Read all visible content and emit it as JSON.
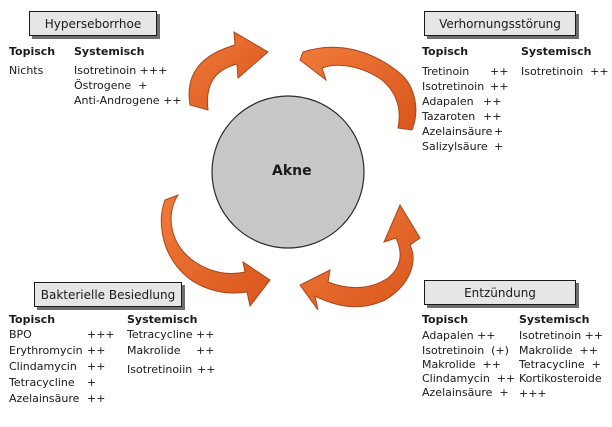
{
  "center": {
    "label": "Akne"
  },
  "colors": {
    "arrow": "#e9662a",
    "arrow_stroke": "#a8461b",
    "circle": "#c8c8c8",
    "box": "#e6e6e6"
  },
  "hyperseborrhoe": {
    "title": "Hyperseborrhoe",
    "topisch_header": "Topisch",
    "systemisch_header": "Systemisch",
    "topisch": [
      {
        "name": "Nichts",
        "rating": ""
      }
    ],
    "systemisch": [
      {
        "name": "Isotretinoin",
        "rating": "+++"
      },
      {
        "name": "Östrogene",
        "rating": "+"
      },
      {
        "name": "Anti-Androgene",
        "rating": "++"
      }
    ]
  },
  "verhornung": {
    "title": "Verhornungsstörung",
    "topisch_header": "Topisch",
    "systemisch_header": "Systemisch",
    "topisch": [
      {
        "name": "Tretinoin",
        "rating": "++"
      },
      {
        "name": "Isotretinoin",
        "rating": "++"
      },
      {
        "name": "Adapalen",
        "rating": "++"
      },
      {
        "name": "Tazaroten",
        "rating": "++"
      },
      {
        "name": "Azelainsäure",
        "rating": "+"
      },
      {
        "name": "Salizylsäure",
        "rating": "+"
      }
    ],
    "systemisch": [
      {
        "name": "Isotretinoin",
        "rating": "++"
      }
    ]
  },
  "bakterielle": {
    "title": "Bakterielle Besiedlung",
    "topisch_header": "Topisch",
    "systemisch_header": "Systemisch",
    "topisch": [
      {
        "name": "BPO",
        "rating": "+++"
      },
      {
        "name": "Erythromycin",
        "rating": "++"
      },
      {
        "name": "Clindamycin",
        "rating": "++"
      },
      {
        "name": "Tetracycline",
        "rating": "+"
      },
      {
        "name": "Azelainsäure",
        "rating": "++"
      }
    ],
    "systemisch": [
      {
        "name": "Tetracycline",
        "rating": "++"
      },
      {
        "name": "Makrolide",
        "rating": "++"
      },
      {
        "name": "Isotretinoiin",
        "rating": "++"
      }
    ]
  },
  "entzuendung": {
    "title": "Entzündung",
    "topisch_header": "Topisch",
    "systemisch_header": "Systemisch",
    "topisch": [
      {
        "name": "Adapalen",
        "rating": "++"
      },
      {
        "name": "Isotretinoin",
        "rating": "(+)"
      },
      {
        "name": "Makrolide",
        "rating": "++"
      },
      {
        "name": "Clindamycin",
        "rating": "++"
      },
      {
        "name": "Azelainsäure",
        "rating": "+"
      }
    ],
    "systemisch": [
      {
        "name": "Isotretinoin",
        "rating": "++"
      },
      {
        "name": "Makrolide",
        "rating": "++"
      },
      {
        "name": "Tetracycline",
        "rating": "+"
      },
      {
        "name": "Kortikosteroide",
        "rating": ""
      },
      {
        "name": "",
        "rating": "+++"
      }
    ]
  }
}
